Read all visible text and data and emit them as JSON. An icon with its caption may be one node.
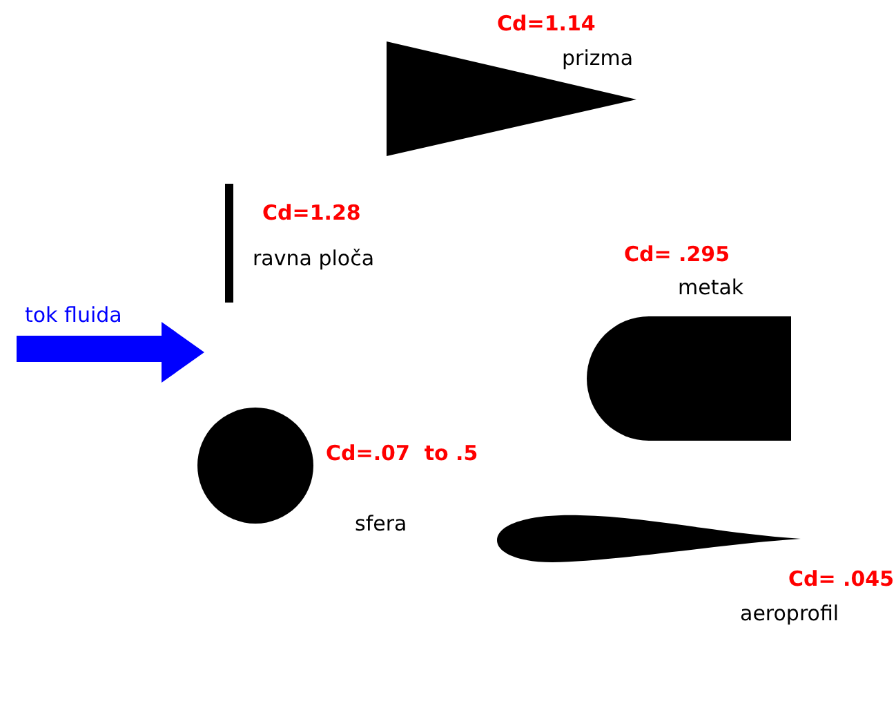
{
  "diagram": {
    "labels": [
      "Cd=1.14",
      "prizma",
      "Cd=1.28",
      "ravna ploča",
      "Cd= .295",
      "metak",
      "tok fluida",
      "Cd=.07  to .5",
      "sfera",
      "Cd= .045",
      "aeroprofil"
    ]
  }
}
